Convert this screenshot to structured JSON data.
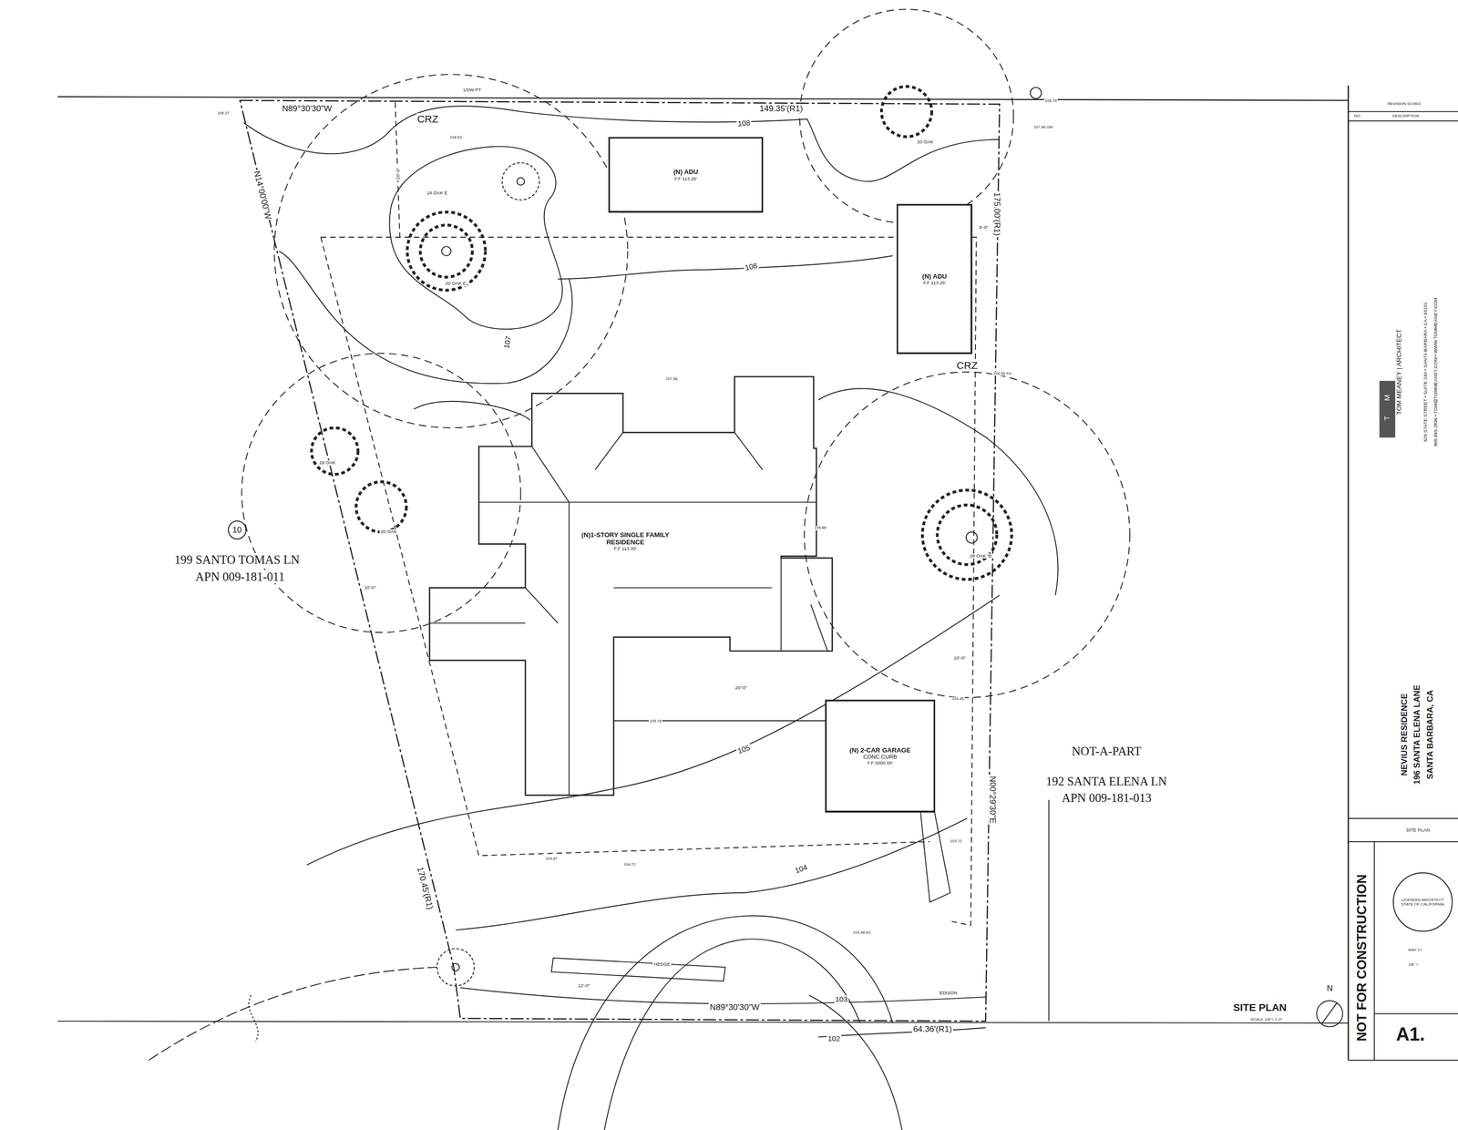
{
  "diagram": {
    "nodes": [
      {
        "text": [
          "(N) ADU",
          "F.F 113.25'"
        ]
      },
      {
        "text": [
          "(N) ADU",
          "F.F 113.25'"
        ]
      },
      {
        "text": [
          "(N)1-STORY SINGLE FAMILY RESIDENCE",
          "F.F 113.30'"
        ]
      },
      {
        "text": [
          "(N) 2-CAR GARAGE",
          "CONC.CURB",
          "F.F 0000.00'"
        ]
      },
      {
        "text": [
          "10"
        ]
      },
      {
        "text": [
          "LICENSED ARCHITECT",
          "STATE OF CALIFORNIA"
        ]
      }
    ],
    "labels": [
      "N89°30'30\"W",
      "149.35'(R1)",
      "CRZ",
      "108",
      "LOW PT",
      "106.37",
      "106.79",
      "107.86 GM",
      "20 OAK",
      "20'-0\"",
      "24 OAK E",
      "108.53",
      "175.00'(R1)",
      "8'-0\"",
      "N14°00'00\"W",
      "20 OAK E",
      "108",
      "107",
      "CRZ",
      "106.56 FH",
      "107.58",
      "18 OAK",
      "20 OAK",
      "199 SANTO TOMAS LN",
      "APN 009-181-011",
      "10'-0\"",
      "105.88",
      "28 OAK 'B'",
      "20'-0\"",
      "10'-0\"",
      "104.45",
      "105.78",
      "105",
      "NOT-A-PART",
      "192 SANTA ELENA LN",
      "APN 009-181-013",
      "N00°29'30\"E",
      "103.72",
      "104.87",
      "104.72",
      "104",
      "170.45'(R1)",
      "103.48 AC",
      "HEDGE",
      "12'-0\"",
      "EDISON",
      "N89°30'30\"W",
      "103",
      "102",
      "64.36'(R1)",
      "SITE PLAN",
      "SCALE 1/8\"= 1'-0\"",
      "N",
      "NOT FOR CONSTRUCTION",
      "A1.",
      "SITE PLAN",
      "NEVIUS RESIDENCE",
      "196 SANTA ELENA LANE",
      "SANTA BARBARA, CA",
      "TOM MEANEY | ARCHITECT",
      "629 STATE STREET • SUITE 240 • SANTA BARBARA • CA • 93101",
      "805.895.2836 • TOM@TOMMEANEY.COM • WWW.TOMMEANEY.COM",
      "T",
      "M",
      "REVISION SCHED",
      "NO.",
      "DESCRIPTION",
      "MAY 17",
      "1/8\" ="
    ]
  }
}
